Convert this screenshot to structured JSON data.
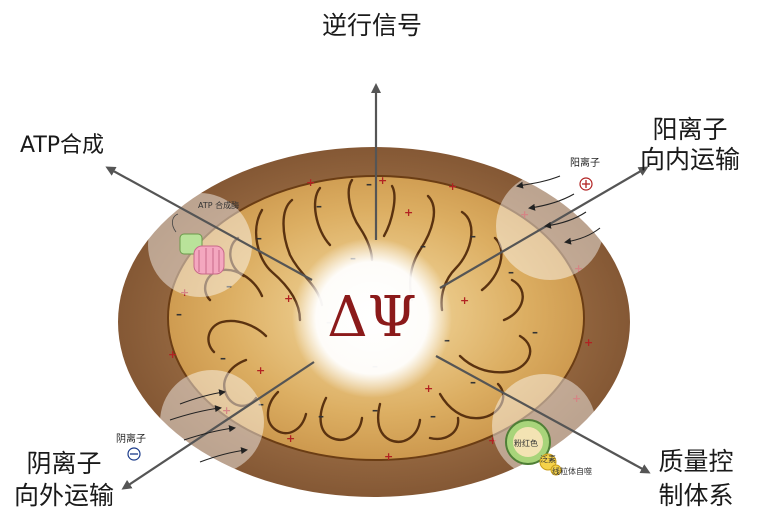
{
  "center_symbol": "ΔΨ",
  "labels": {
    "top": "逆行信号",
    "top_left": "ATP合成",
    "top_right_line1": "阳离子",
    "top_right_line2": "向内运输",
    "bottom_left_line1": "阴离子",
    "bottom_left_line2": "向外运输",
    "bottom_right_line1": "质量控",
    "bottom_right_line2": "制体系"
  },
  "callouts": {
    "atp_synthase": "ATP 合成酶",
    "cation": "阳离子",
    "anion": "阴离子",
    "pink_body": "粉红色",
    "complex_a": "泛素",
    "complex_b": "线粒体自噬"
  },
  "colors": {
    "outer_membrane": "#9c6b43",
    "matrix": "#d7a55e",
    "cristae_line": "#5a3210",
    "arrow": "#555555",
    "plus": "#b22222",
    "psi": "#8b1a1a"
  }
}
